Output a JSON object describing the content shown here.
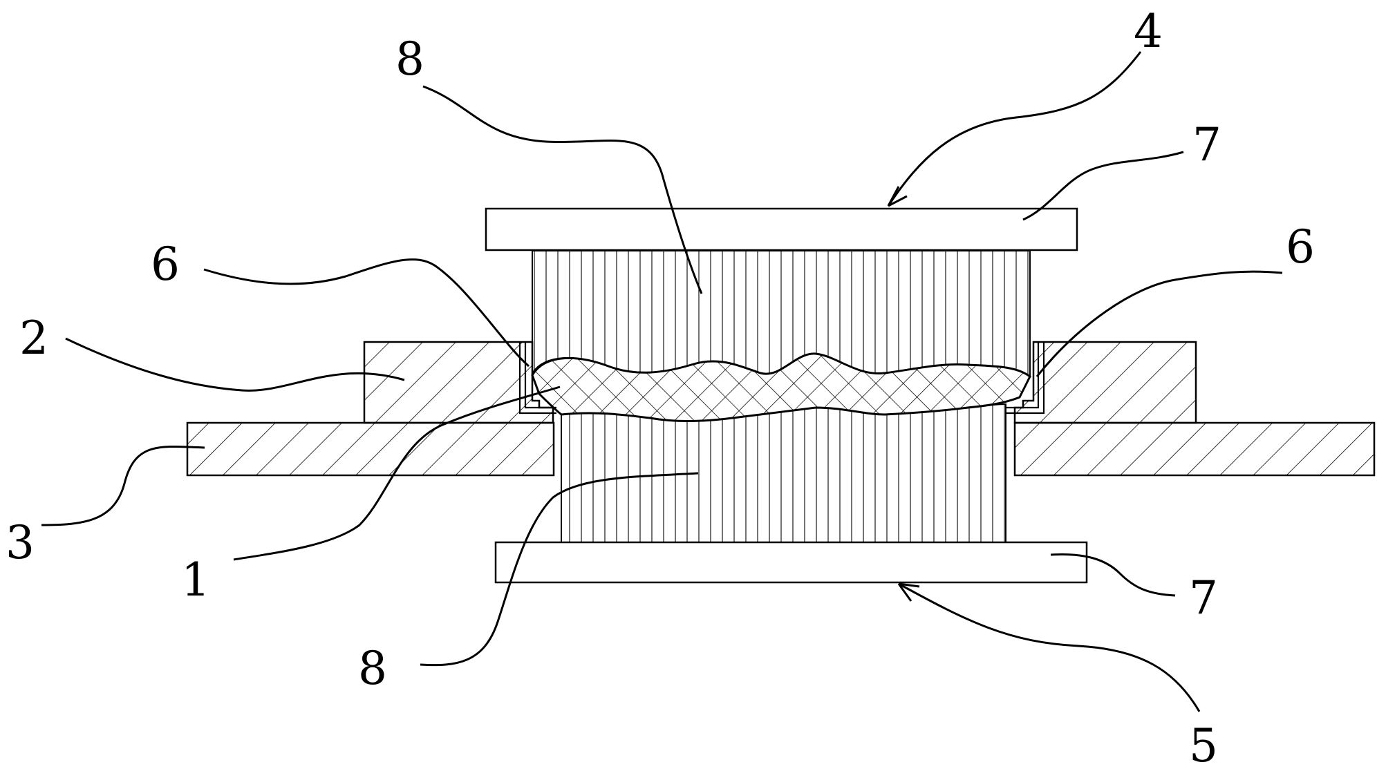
{
  "labels": {
    "part_1": "1",
    "part_2": "2",
    "part_3": "3",
    "part_4": "4",
    "part_5": "5",
    "part_6_left": "6",
    "part_6_right": "6",
    "part_7_top": "7",
    "part_7_bottom": "7",
    "part_8_top": "8",
    "part_8_bottom": "8"
  },
  "colors": {
    "line": "#000000",
    "background": "#ffffff"
  }
}
